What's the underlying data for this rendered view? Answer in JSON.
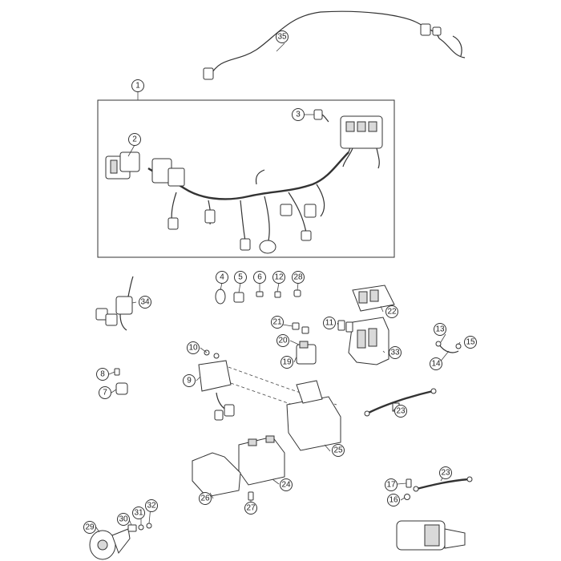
{
  "callouts": [
    "1",
    "2",
    "3",
    "4",
    "5",
    "6",
    "7",
    "8",
    "9",
    "10",
    "11",
    "12",
    "13",
    "14",
    "15",
    "16",
    "17",
    "19",
    "20",
    "21",
    "22",
    "23",
    "23",
    "24",
    "25",
    "26",
    "27",
    "28",
    "29",
    "30",
    "31",
    "32",
    "33",
    "34",
    "35"
  ],
  "icons": {
    "wiring_harness": "wiring-harness-icon",
    "starter_motor": "starter-motor-icon",
    "battery": "battery-icon",
    "horn": "horn-icon"
  }
}
